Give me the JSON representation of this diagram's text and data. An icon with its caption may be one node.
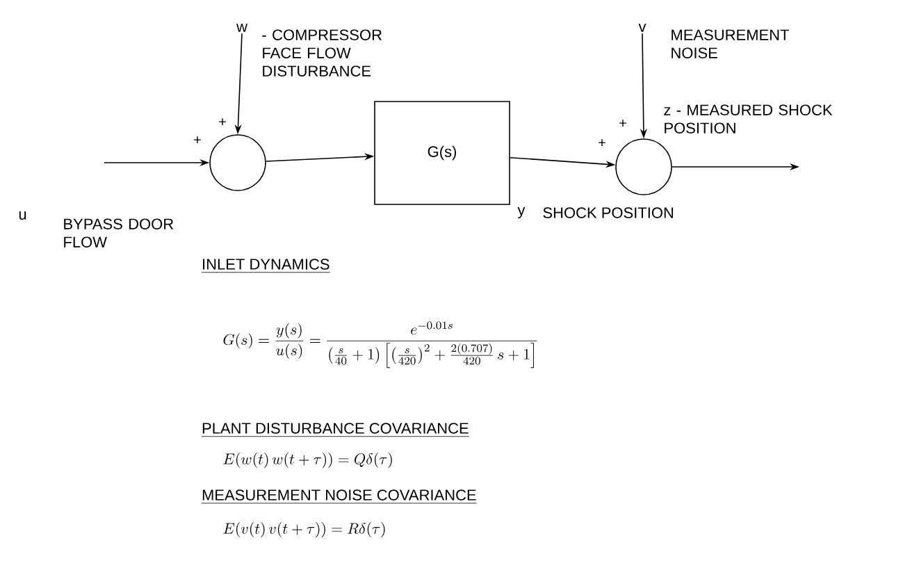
{
  "diagram": {
    "nodes": [
      {
        "text": [
          "w"
        ],
        "beside": [
          "- COMPRESSOR FACE FLOW DISTURBANCE"
        ]
      },
      {
        "text": [
          "v"
        ],
        "beside": [
          "MEASUREMENT NOISE"
        ]
      },
      {
        "text": [],
        "shape": "circle"
      },
      {
        "text": [
          "G(s)"
        ]
      },
      {
        "text": [],
        "shape": "circle"
      }
    ],
    "edges": [
      {
        "from": null,
        "to": 2,
        "arrow": "to"
      },
      {
        "from": 0,
        "to": 2,
        "arrow": "to"
      },
      {
        "from": 2,
        "to": 3,
        "arrow": "to"
      },
      {
        "from": 3,
        "to": 4,
        "arrow": "to"
      },
      {
        "from": 1,
        "to": 4,
        "arrow": "to"
      },
      {
        "from": 4,
        "to": null,
        "arrow": "to"
      }
    ],
    "labels": [
      "z - MEASURED SHOCK POSITION",
      "+",
      "+",
      "+",
      "+",
      "u",
      "BYPASS DOOR FLOW",
      "y",
      "SHOCK POSITION",
      "INLET DYNAMICS",
      "G(s) = \\frac{y(s)}{u(s)} = \\frac{e^{-0.01s}}{\\left(\\frac{s}{40}+1\\right)\\left[\\left(\\frac{s}{420}\\right)^{2}+\\frac{2(0.707)}{420}\\,s+1\\right]}",
      "PLANT DISTURBANCE COVARIANCE",
      "E(w(t)\\,w(t+\\tau)) = Q\\delta(\\tau)",
      "MEASUREMENT NOISE COVARIANCE",
      "E(v(t)\\,v(t+\\tau)) = R\\delta(\\tau)"
    ]
  }
}
